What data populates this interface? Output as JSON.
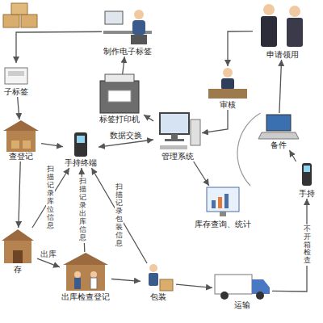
{
  "diagram": {
    "nodes": [
      {
        "text": [
          "制作电子标签"
        ]
      },
      {
        "text": [
          "申请领用"
        ]
      },
      {
        "text": [
          "子标签"
        ]
      },
      {
        "text": [
          "标签打印机"
        ]
      },
      {
        "text": [
          "审核"
        ]
      },
      {
        "text": [
          "管理系统"
        ]
      },
      {
        "text": [
          "备件"
        ]
      },
      {
        "text": [
          "手持终端"
        ]
      },
      {
        "text": [
          "查登记"
        ]
      },
      {
        "text": [
          "库存查询、统计"
        ]
      },
      {
        "text": [
          "手持"
        ]
      },
      {
        "text": [
          "存"
        ]
      },
      {
        "text": [
          "出库检查登记"
        ]
      },
      {
        "text": [
          "包装"
        ]
      },
      {
        "text": [
          "运输"
        ]
      }
    ],
    "edges": [
      {
        "from": 0,
        "to": 2,
        "arrow": "to"
      },
      {
        "from": 5,
        "to": 3,
        "arrow": "to"
      },
      {
        "from": 3,
        "to": 0,
        "arrow": "to"
      },
      {
        "from": 1,
        "to": 4,
        "arrow": "to"
      },
      {
        "from": 4,
        "to": 5,
        "arrow": "to"
      },
      {
        "from": 7,
        "to": 5,
        "label": "数据交换",
        "arrow": "both"
      },
      {
        "from": 5,
        "to": 9,
        "arrow": "to"
      },
      {
        "from": 2,
        "to": 8,
        "arrow": "to"
      },
      {
        "from": 8,
        "to": 7,
        "arrow": "to"
      },
      {
        "from": 8,
        "to": 11,
        "arrow": "to"
      },
      {
        "from": 11,
        "to": 12,
        "label": "出库",
        "arrow": "to"
      },
      {
        "from": 12,
        "to": 13,
        "arrow": "to"
      },
      {
        "from": 13,
        "to": 14,
        "arrow": "to"
      },
      {
        "from": 14,
        "to": 10,
        "label": "不开箱检查",
        "arrow": "to"
      },
      {
        "from": 11,
        "to": 7,
        "label": "扫描记录库位信息",
        "arrow": "to"
      },
      {
        "from": 12,
        "to": 7,
        "label": "扫描记录出库信息",
        "arrow": "to"
      },
      {
        "from": 13,
        "to": 7,
        "label": "扫描记录包装信息",
        "arrow": "to"
      },
      {
        "from": 10,
        "to": 6,
        "arrow": "to"
      },
      {
        "from": 6,
        "to": 1,
        "arrow": "to"
      }
    ]
  }
}
